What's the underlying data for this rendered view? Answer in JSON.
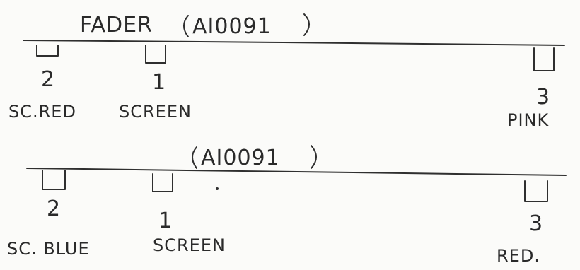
{
  "diagram_1": {
    "title": "FADER",
    "model": "AI0091",
    "sockets": [
      {
        "number": "2",
        "label": "SC.RED"
      },
      {
        "number": "1",
        "label": "SCREEN"
      },
      {
        "number": "3",
        "label": "PINK"
      }
    ]
  },
  "diagram_2": {
    "model": "AI0091",
    "sockets": [
      {
        "number": "2",
        "label": "SC. BLUE"
      },
      {
        "number": "1",
        "label": "SCREEN"
      },
      {
        "number": "3",
        "label": "RED."
      }
    ]
  }
}
